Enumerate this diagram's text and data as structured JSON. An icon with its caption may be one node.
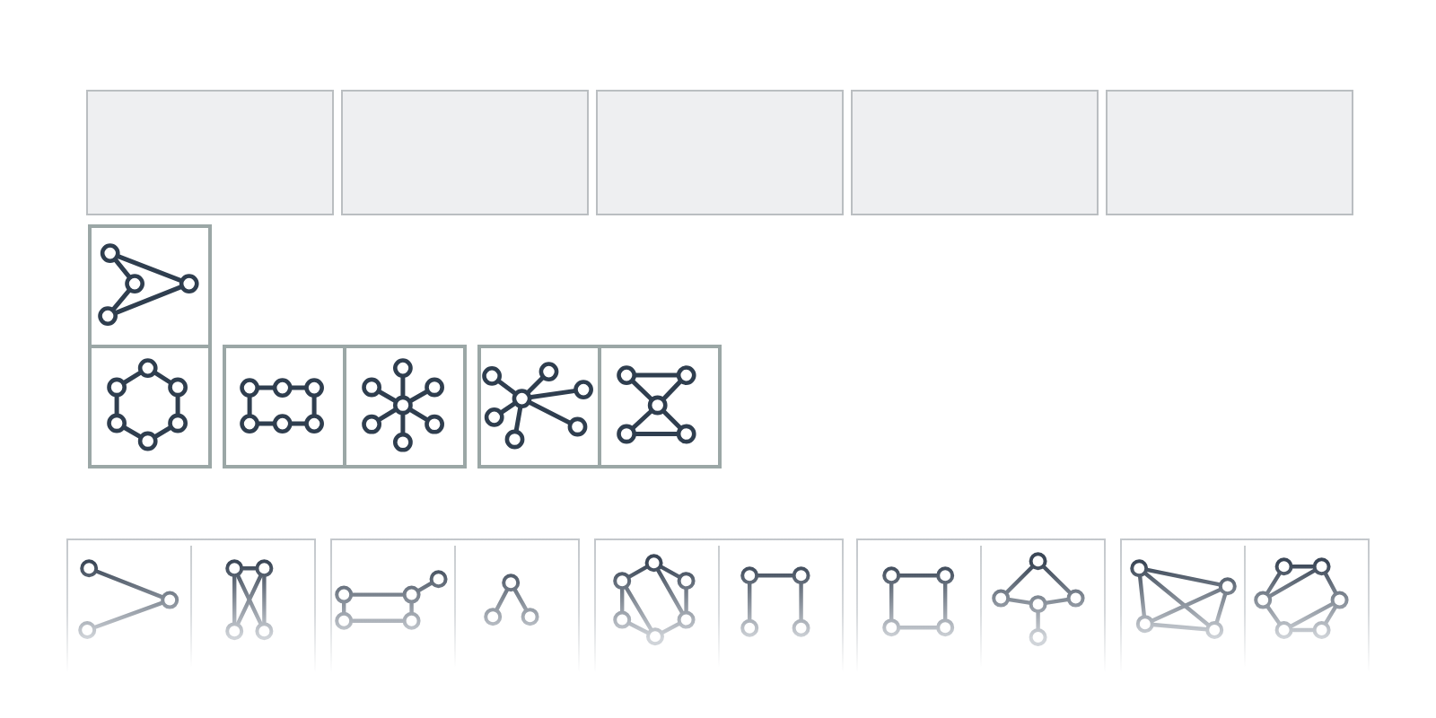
{
  "diagram": {
    "nodes": [
      {
        "text": [],
        "shape": "box"
      },
      {
        "text": [],
        "shape": "box"
      },
      {
        "text": [],
        "shape": "box"
      },
      {
        "text": [],
        "shape": "box"
      },
      {
        "text": [],
        "shape": "box"
      },
      {
        "text": [],
        "shape": "picture"
      },
      {
        "text": [],
        "shape": "picture"
      },
      {
        "text": [],
        "shape": "picture"
      },
      {
        "text": [],
        "shape": "picture"
      },
      {
        "text": [],
        "shape": "picture"
      },
      {
        "text": [],
        "shape": "picture"
      },
      {
        "text": [],
        "shape": "box"
      },
      {
        "text": [],
        "shape": "picture",
        "in": 11
      },
      {
        "text": [],
        "shape": "picture",
        "in": 11
      },
      {
        "text": [],
        "shape": "box"
      },
      {
        "text": [],
        "shape": "picture",
        "in": 14
      },
      {
        "text": [],
        "shape": "picture",
        "in": 14
      },
      {
        "text": [],
        "shape": "box"
      },
      {
        "text": [],
        "shape": "picture",
        "in": 17
      },
      {
        "text": [],
        "shape": "picture",
        "in": 17
      },
      {
        "text": [],
        "shape": "box"
      },
      {
        "text": [],
        "shape": "picture",
        "in": 20
      },
      {
        "text": [],
        "shape": "picture",
        "in": 20
      },
      {
        "text": [],
        "shape": "box"
      },
      {
        "text": [],
        "shape": "picture",
        "in": 23
      },
      {
        "text": [],
        "shape": "picture",
        "in": 23
      }
    ]
  }
}
